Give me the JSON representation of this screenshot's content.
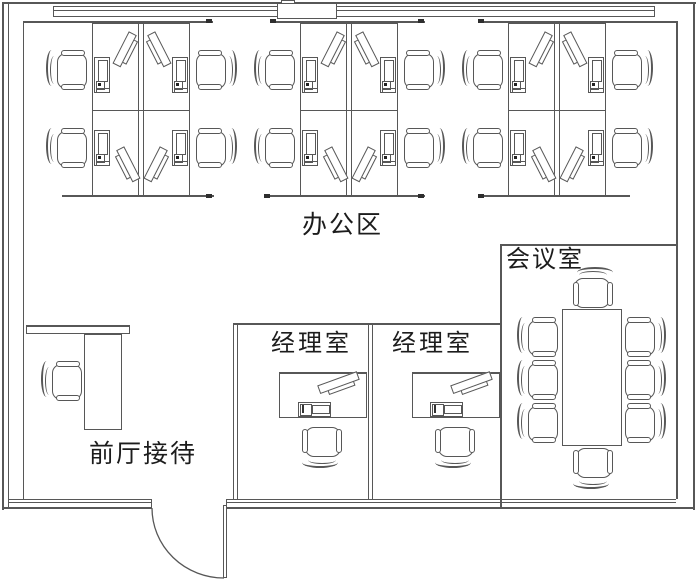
{
  "drawing": {
    "type": "office floor plan",
    "background": "#ffffff",
    "line_color": "#575757",
    "text_color": "#1c1c1c"
  },
  "rooms": {
    "office_area": {
      "label": "办公区",
      "workstation_clusters": 3,
      "workstations": 12,
      "chairs": 12
    },
    "meeting_room": {
      "label": "会议室",
      "conference_table_seats": 8
    },
    "manager_office_1": {
      "label": "经理室"
    },
    "manager_office_2": {
      "label": "经理室"
    },
    "reception": {
      "label": "前厅接待",
      "chairs": 1
    }
  },
  "door": {
    "location": "bottom wall",
    "swing": "quarter-arc"
  }
}
